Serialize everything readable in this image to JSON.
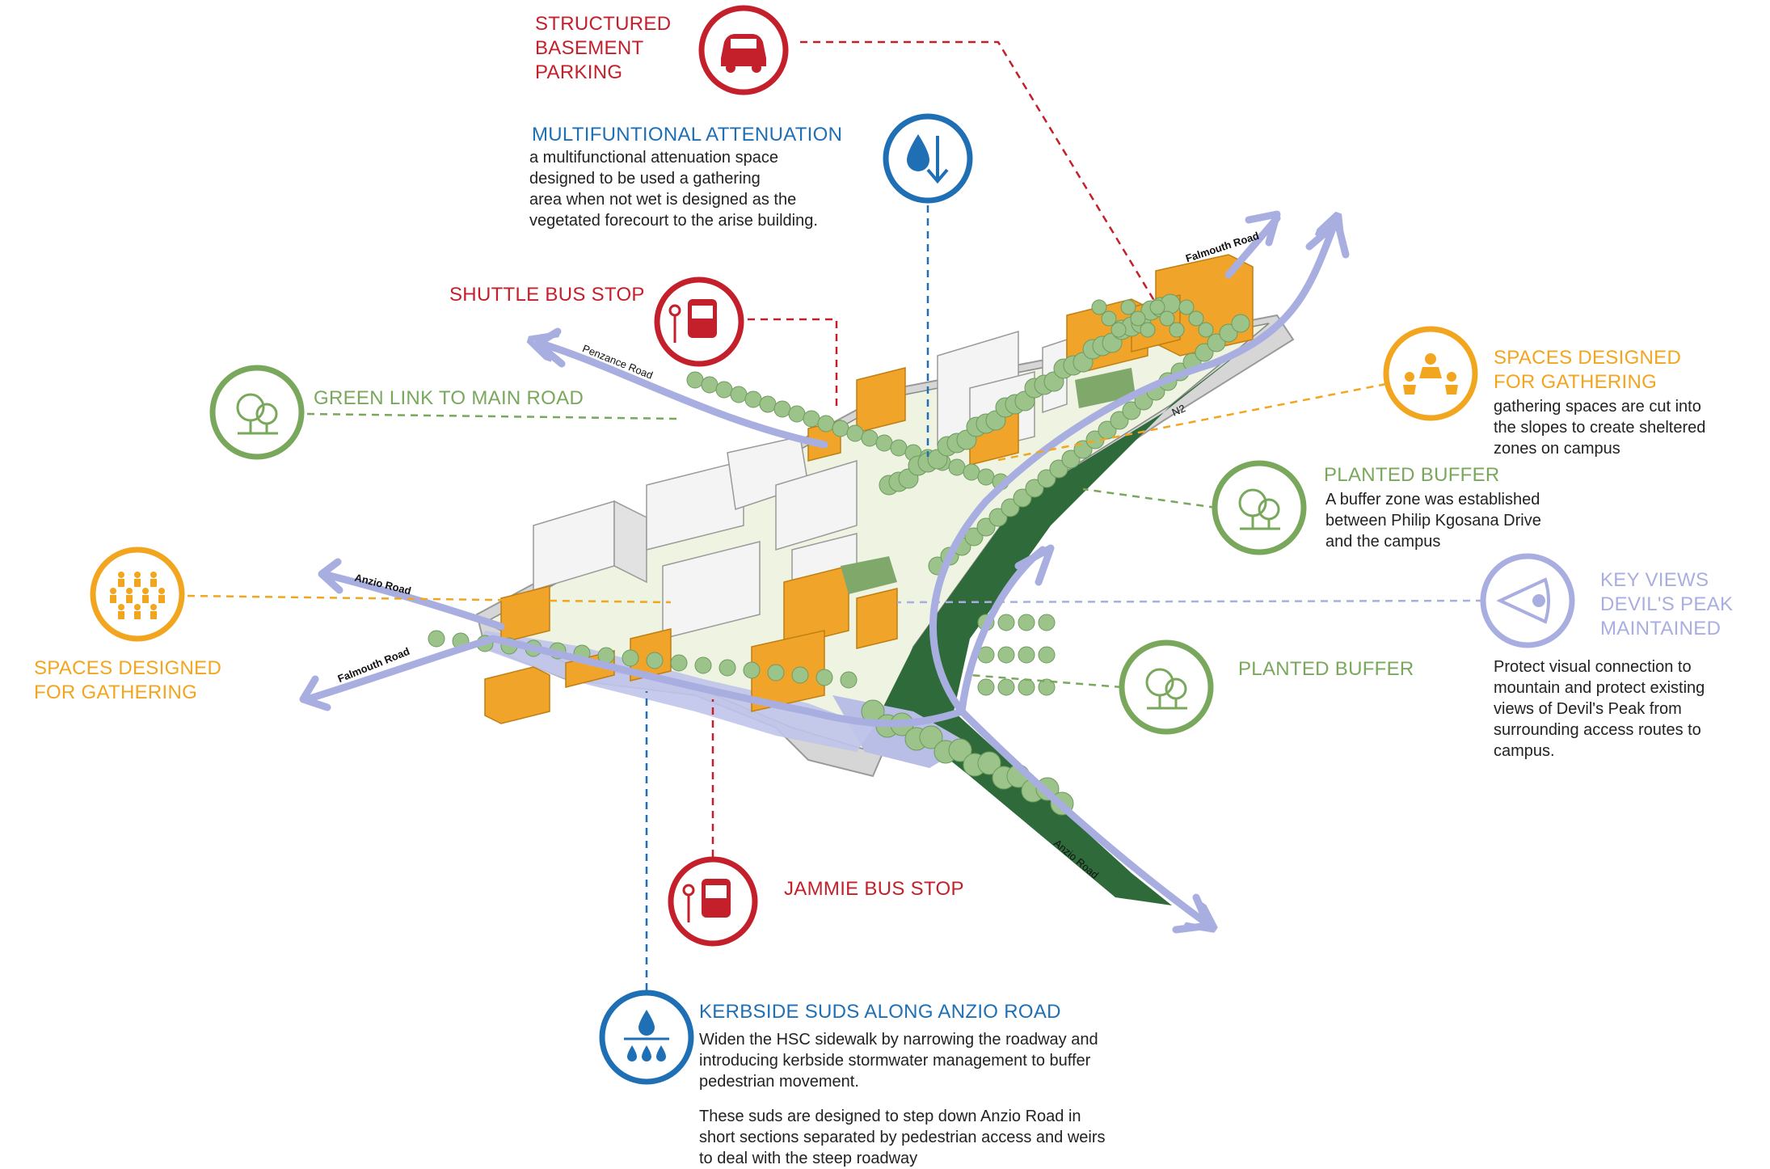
{
  "callouts": {
    "parking": {
      "title_lines": [
        "STRUCTURED",
        "BASEMENT",
        "PARKING"
      ],
      "icon": "car-icon",
      "color": "#c4202b"
    },
    "attenuation": {
      "title": "MULTIFUNTIONAL ATTENUATION",
      "body": [
        "a multifunctional attenuation space",
        "designed to be used a gathering",
        "area when not wet is designed as the",
        "vegetated forecourt to the arise building."
      ],
      "icon": "water-drop-down-icon",
      "color": "#1f6fb5"
    },
    "shuttle": {
      "title": "SHUTTLE BUS STOP",
      "icon": "bus-icon",
      "color": "#c4202b"
    },
    "green_link": {
      "title": "GREEN LINK TO MAIN ROAD",
      "icon": "trees-icon",
      "color": "#79a85d"
    },
    "gathering_left": {
      "title_lines": [
        "SPACES DESIGNED",
        "FOR GATHERING"
      ],
      "icon": "people-group-icon",
      "color": "#f2a51f"
    },
    "gathering_right": {
      "title_lines": [
        "SPACES DESIGNED",
        "FOR GATHERING"
      ],
      "body": [
        "gathering spaces are cut into",
        "the slopes to create sheltered",
        "zones on campus"
      ],
      "icon": "gathering-people-icon",
      "color": "#f2a51f"
    },
    "buffer_top": {
      "title": "PLANTED BUFFER",
      "body": [
        "A buffer zone was established",
        "between Philip Kgosana Drive",
        "and the campus"
      ],
      "icon": "trees-icon",
      "color": "#79a85d"
    },
    "key_views": {
      "title_lines": [
        "KEY VIEWS",
        "DEVIL'S PEAK",
        "MAINTAINED"
      ],
      "body": [
        "Protect visual connection to",
        "mountain and protect existing",
        "views of Devil's Peak from",
        "surrounding access routes to",
        "campus."
      ],
      "icon": "eye-icon",
      "color": "#a9aee0"
    },
    "buffer_bottom": {
      "title": "PLANTED BUFFER",
      "icon": "trees-icon",
      "color": "#79a85d"
    },
    "jammie": {
      "title": "JAMMIE BUS STOP",
      "icon": "bus-icon",
      "color": "#c4202b"
    },
    "kerbside": {
      "title": "KERBSIDE SUDS ALONG ANZIO ROAD",
      "body": [
        "Widen the HSC sidewalk by narrowing the roadway and",
        "introducing kerbside stormwater management to buffer",
        "pedestrian movement."
      ],
      "body2": [
        "These suds are designed to step down Anzio Road in",
        "short sections separated by pedestrian access and weirs",
        "to deal with the steep roadway"
      ],
      "icon": "rain-drops-icon",
      "color": "#1f6fb5"
    }
  },
  "roads": {
    "falmouth_top": "Falmouth Road",
    "penzance": "Penzance Road",
    "anzio_left": "Anzio Road",
    "falmouth_left": "Falmouth Road",
    "n2": "N2",
    "anzio_bottom": "Anzio Road"
  },
  "colors": {
    "red": "#c4202b",
    "blue": "#1f6fb5",
    "green": "#79a85d",
    "orange": "#f2a51f",
    "lavender": "#a9aee0",
    "building_orange": "#f0a52a",
    "dark_green": "#2f6b3a",
    "tree_green": "#9cc48a"
  }
}
